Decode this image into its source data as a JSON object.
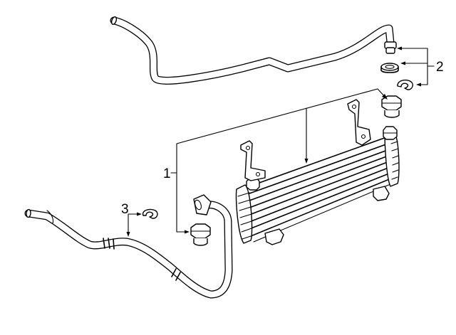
{
  "diagram": {
    "callouts": [
      {
        "id": "1",
        "label": "1"
      },
      {
        "id": "2",
        "label": "2"
      },
      {
        "id": "3",
        "label": "3"
      }
    ],
    "parts": [
      {
        "name": "upper-cooler-line"
      },
      {
        "name": "lower-cooler-line"
      },
      {
        "name": "transmission-oil-cooler"
      },
      {
        "name": "cooler-fitting"
      },
      {
        "name": "seal-ring"
      },
      {
        "name": "retaining-clip"
      }
    ],
    "colors": {
      "line": "#000000",
      "background": "#ffffff"
    }
  }
}
